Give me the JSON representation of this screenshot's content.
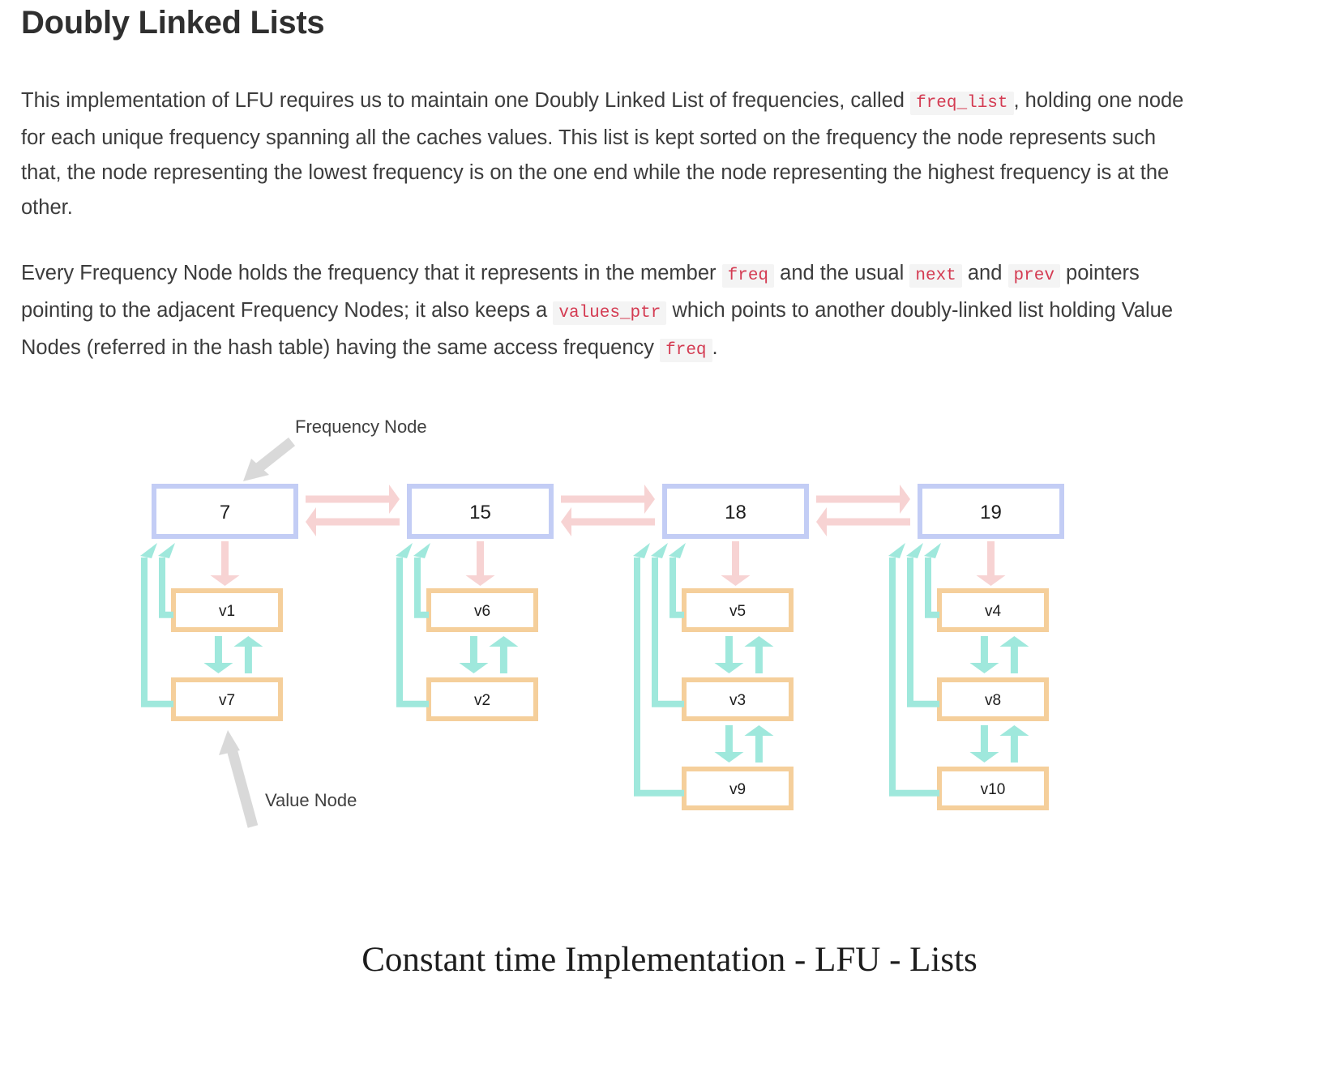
{
  "page": {
    "title": "Doubly Linked Lists",
    "caption": "Constant time Implementation - LFU - Lists"
  },
  "paragraphs": {
    "p1": {
      "s1": "This implementation of LFU requires us to maintain one Doubly Linked List of frequencies, called",
      "code1": "freq_list",
      "s2": ", holding one node for each unique frequency spanning all the caches values. This list is kept sorted on the frequency the node represents such that, the node representing the lowest frequency is on the one end while the node representing the highest frequency is at the other."
    },
    "p2": {
      "s1": "Every Frequency Node holds the frequency that it represents in the member",
      "code1": "freq",
      "s2": "and the usual",
      "code2": "next",
      "s3": "and",
      "code3": "prev",
      "s4": "pointers pointing to the adjacent Frequency Nodes; it also keeps a",
      "code4": "values_ptr",
      "s5": "which points to another doubly-linked list holding Value Nodes (referred in the hash table) having the same access frequency",
      "code5": "freq",
      "s6": "."
    }
  },
  "diagram": {
    "annotations": {
      "frequency_node": "Frequency Node",
      "value_node": "Value Node"
    },
    "colors": {
      "freq_node_border": "#c3cdf5",
      "value_node_border": "#f5cf9b",
      "pink_arrow": "#f7d3d3",
      "cyan_arrow": "#9fe8dc",
      "gray_pointer": "#d9d9d9",
      "text": "#1d1d1d"
    },
    "columns": [
      {
        "freq": "7",
        "values": [
          "v1",
          "v7"
        ]
      },
      {
        "freq": "15",
        "values": [
          "v6",
          "v2"
        ]
      },
      {
        "freq": "18",
        "values": [
          "v5",
          "v3",
          "v9"
        ]
      },
      {
        "freq": "19",
        "values": [
          "v4",
          "v8",
          "v10"
        ]
      }
    ]
  }
}
